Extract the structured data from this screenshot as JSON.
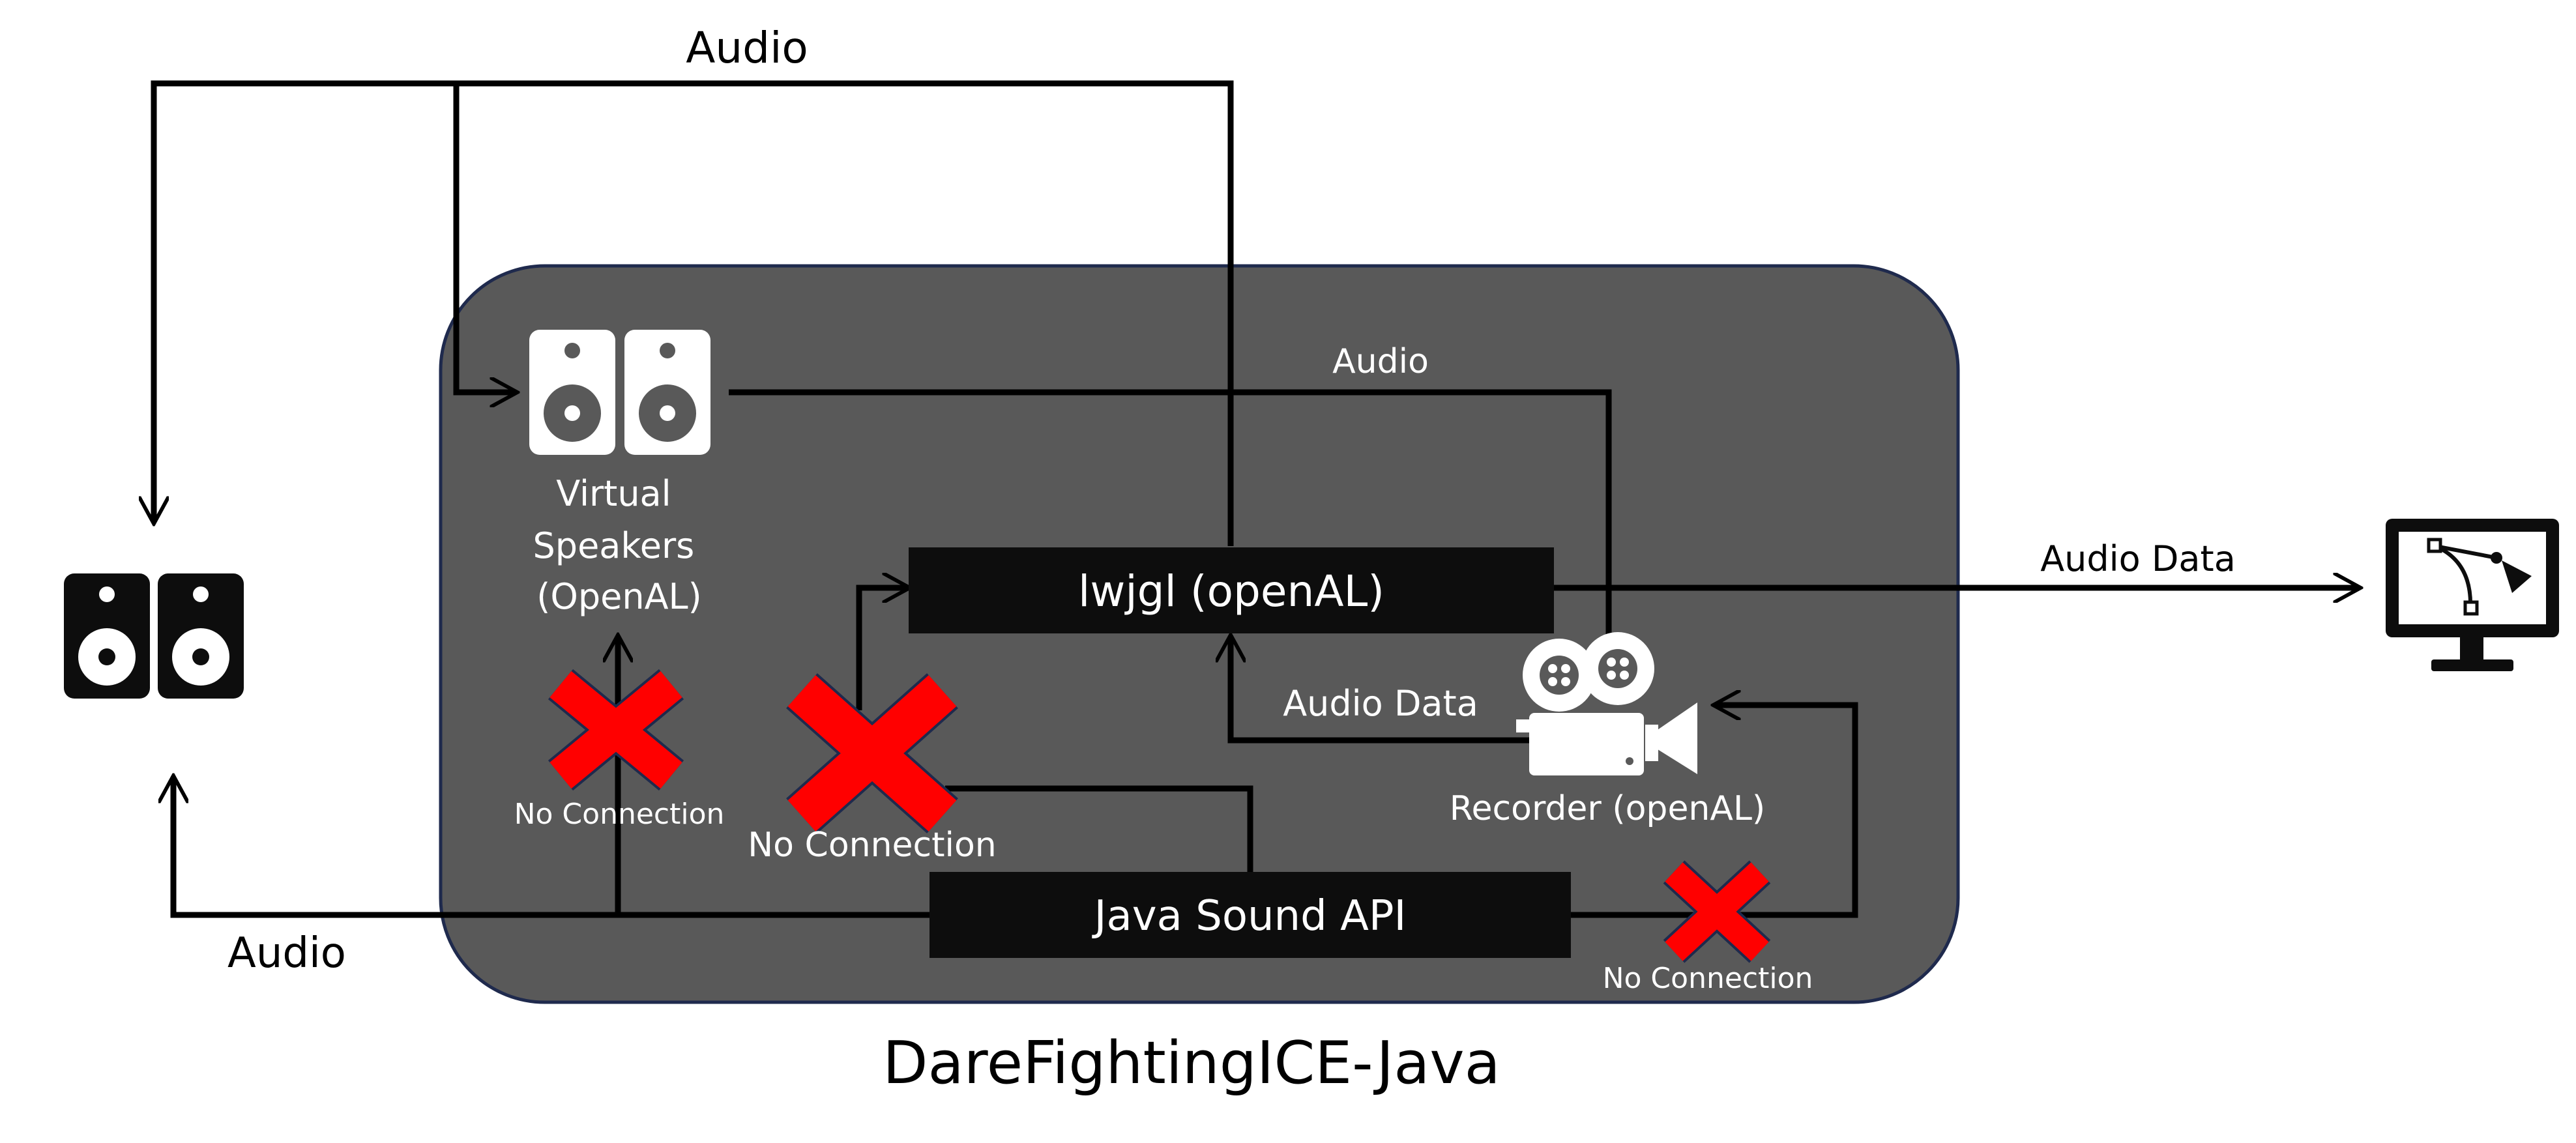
{
  "colors": {
    "container_fill": "#595959",
    "container_stroke": "#1f2a4d",
    "box_fill": "#0d0d0d",
    "line": "#000000",
    "cross": "#ff0000",
    "cross_outline": "#1f2a4d",
    "icon_light": "#ffffff",
    "icon_dark": "#0d0d0d"
  },
  "container": {
    "title": "DareFightingICE-Java"
  },
  "nodes": {
    "lwjgl": "lwjgl (openAL)",
    "java_sound": "Java Sound API",
    "virtual_speakers": [
      "Virtual",
      "Speakers",
      "(OpenAL)"
    ],
    "recorder": "Recorder (openAL)"
  },
  "icons": {
    "virtual_speakers": "speaker-icon",
    "external_speakers": "speaker-icon",
    "recorder": "video-camera-icon",
    "monitor": "monitor-bezier-icon",
    "no_connection": "red-x-icon"
  },
  "edge_labels": {
    "audio_top": "Audio",
    "audio_virtual": "Audio",
    "audio_data_out": "Audio Data",
    "audio_data_rec": "Audio Data",
    "audio_bottom": "Audio"
  },
  "no_connection": {
    "left": "No Connection",
    "middle": "No Connection",
    "right": "No Connection"
  }
}
